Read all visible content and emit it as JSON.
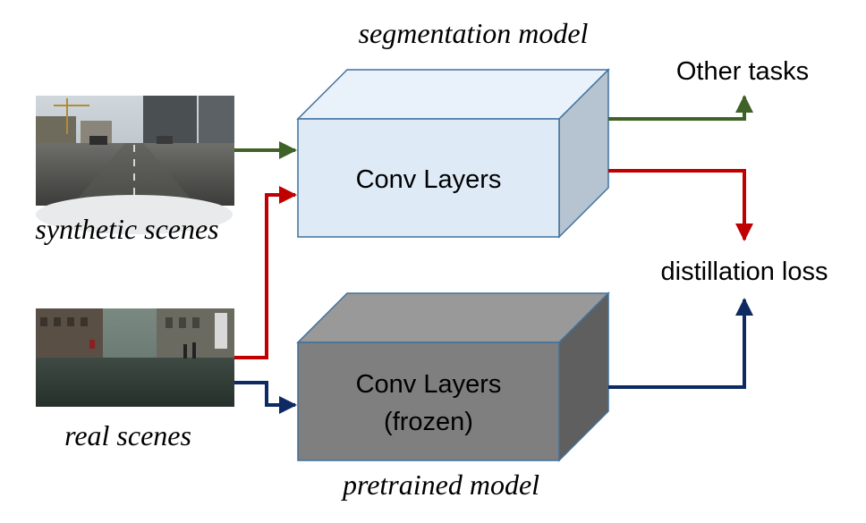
{
  "labels": {
    "segmentation_model": "segmentation model",
    "pretrained_model": "pretrained model",
    "synthetic_scenes": "synthetic scenes",
    "real_scenes": "real scenes",
    "other_tasks": "Other tasks",
    "distillation_loss": "distillation loss"
  },
  "top_block": {
    "label": "Conv Layers"
  },
  "bottom_block": {
    "line1": "Conv Layers",
    "line2": "(frozen)"
  },
  "colors": {
    "green_arrow": "#3f6227",
    "red_arrow": "#c00000",
    "blue_arrow": "#0d2a63",
    "top_front": "#deebf7",
    "top_top": "#e9f1fa",
    "top_side": "#b6c3d1",
    "bottom_front": "#7f7f7f",
    "bottom_top": "#999999",
    "bottom_side": "#5f5f5f",
    "box_stroke": "#41719c"
  }
}
